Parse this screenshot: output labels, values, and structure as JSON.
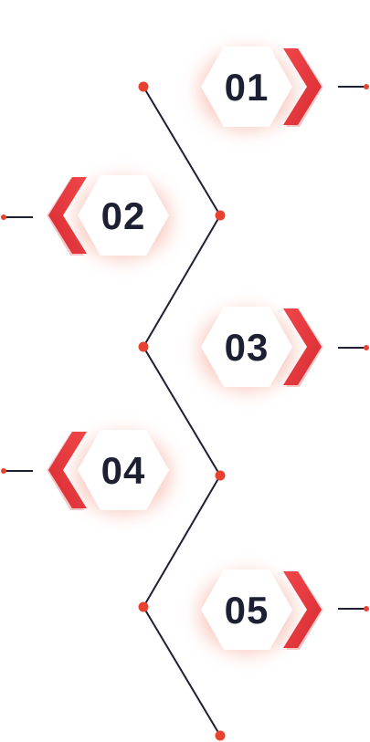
{
  "colors": {
    "accent": "#e8363c",
    "accent_dark": "#c92a30",
    "line": "#1d1f33",
    "node": "#e8422f",
    "text": "#1d1f33",
    "hex_fill": "#ffffff",
    "glow": "#f7b8aa"
  },
  "steps": [
    {
      "number": "01",
      "side": "right",
      "chevron": "right"
    },
    {
      "number": "02",
      "side": "left",
      "chevron": "left"
    },
    {
      "number": "03",
      "side": "right",
      "chevron": "right"
    },
    {
      "number": "04",
      "side": "left",
      "chevron": "left"
    },
    {
      "number": "05",
      "side": "right",
      "chevron": "right"
    }
  ]
}
